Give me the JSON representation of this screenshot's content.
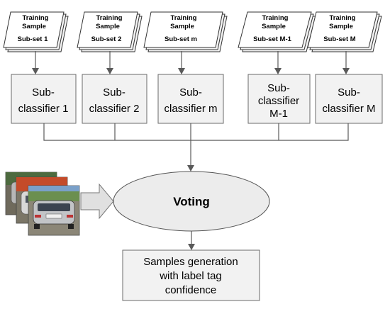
{
  "training_sets": [
    {
      "line1": "Training",
      "line2": "Sample",
      "line3": "Sub-set 1"
    },
    {
      "line1": "Training",
      "line2": "Sample",
      "line3": "Sub-set 2"
    },
    {
      "line1": "Training",
      "line2": "Sample",
      "line3": "Sub-set m"
    },
    {
      "line1": "Training",
      "line2": "Sample",
      "line3": "Sub-set M-1"
    },
    {
      "line1": "Training",
      "line2": "Sample",
      "line3": "Sub-set M"
    }
  ],
  "classifiers": [
    {
      "lines": [
        "Sub-",
        "classifier 1"
      ]
    },
    {
      "lines": [
        "Sub-",
        "classifier 2"
      ]
    },
    {
      "lines": [
        "Sub-",
        "classifier m"
      ]
    },
    {
      "lines": [
        "Sub-",
        "classifier",
        "M-1"
      ]
    },
    {
      "lines": [
        "Sub-",
        "classifier M"
      ]
    }
  ],
  "voting_label": "Voting",
  "output_lines": [
    "Samples generation",
    "with label tag",
    "confidence"
  ],
  "colors": {
    "line": "#595959",
    "box_fill": "#f2f2f2",
    "ellipse_fill": "#ececec",
    "arrow_fill": "#e0e0e0",
    "photo_sky": "#8fb3d9",
    "photo_car": "#a7a7a7"
  }
}
